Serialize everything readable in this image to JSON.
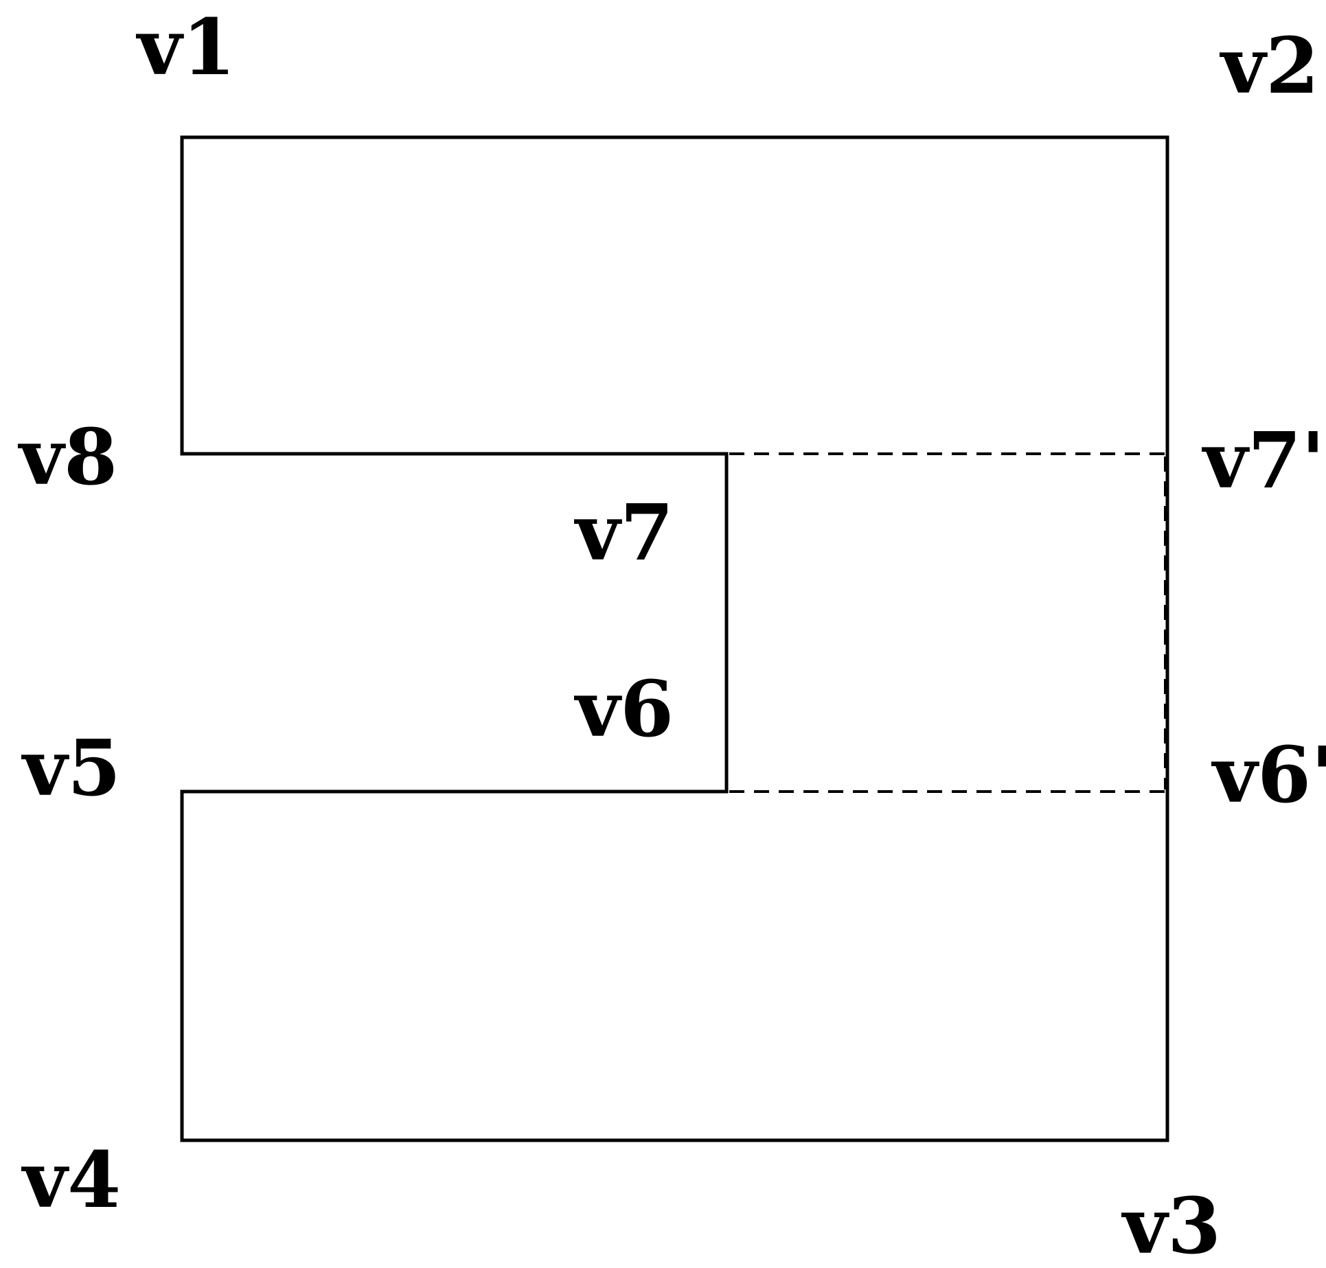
{
  "diagram": {
    "vertices": {
      "v1": "v1",
      "v2": "v2",
      "v3": "v3",
      "v4": "v4",
      "v5": "v5",
      "v6": "v6",
      "v7": "v7",
      "v8": "v8",
      "v6p": "v6'",
      "v7p": "v7'"
    },
    "edge_styles": {
      "polygon_outline": "solid",
      "closing_segments": "dashed"
    },
    "colors": {
      "line": "#000000",
      "background": "#ffffff"
    }
  }
}
